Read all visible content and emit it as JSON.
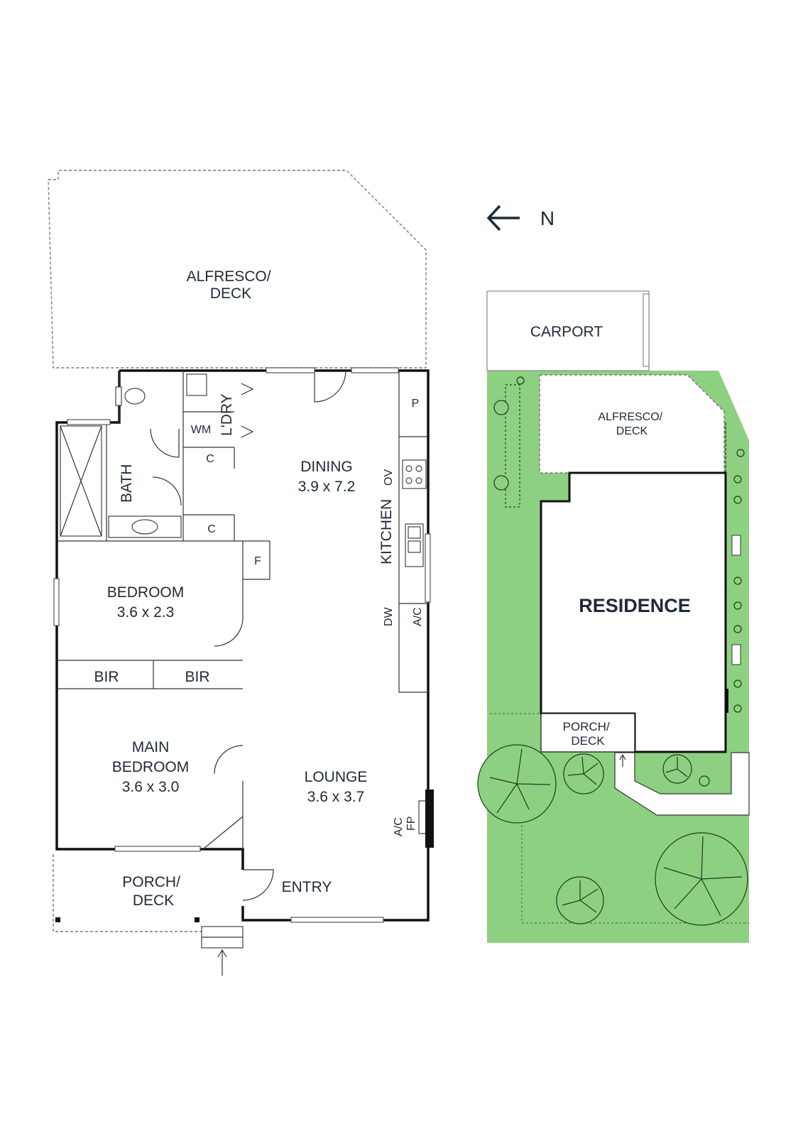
{
  "floor_plan": {
    "alfresco_deck": "ALFRESCO/\nDECK",
    "laundry": "L'DRY",
    "washing_machine": "WM",
    "cupboard_1": "C",
    "cupboard_2": "C",
    "pantry": "P",
    "bath": "BATH",
    "dining": {
      "name": "DINING",
      "dims": "3.9 x 7.2"
    },
    "oven": "OV",
    "kitchen": "KITCHEN",
    "fridge": "F",
    "dishwasher": "DW",
    "air_con_kitchen": "A/C",
    "bedroom": {
      "name": "BEDROOM",
      "dims": "3.6 x 2.3"
    },
    "bir_1": "BIR",
    "bir_2": "BIR",
    "main_bedroom": {
      "name_line1": "MAIN",
      "name_line2": "BEDROOM",
      "dims": "3.6 x 3.0"
    },
    "lounge": {
      "name": "LOUNGE",
      "dims": "3.6 x 3.7"
    },
    "air_con_lounge": "A/C",
    "fireplace": "FP",
    "porch_deck": "PORCH/\nDECK",
    "entry": "ENTRY"
  },
  "north_indicator": {
    "label": "N",
    "icon": "arrow-left-icon"
  },
  "site_plan": {
    "carport": "CARPORT",
    "alfresco_deck": "ALFRESCO/\nDECK",
    "residence": "RESIDENCE",
    "porch_deck": "PORCH/\nDECK"
  },
  "colors": {
    "lawn": "#8ed081",
    "walls": "#111111",
    "text": "#1f2937"
  }
}
